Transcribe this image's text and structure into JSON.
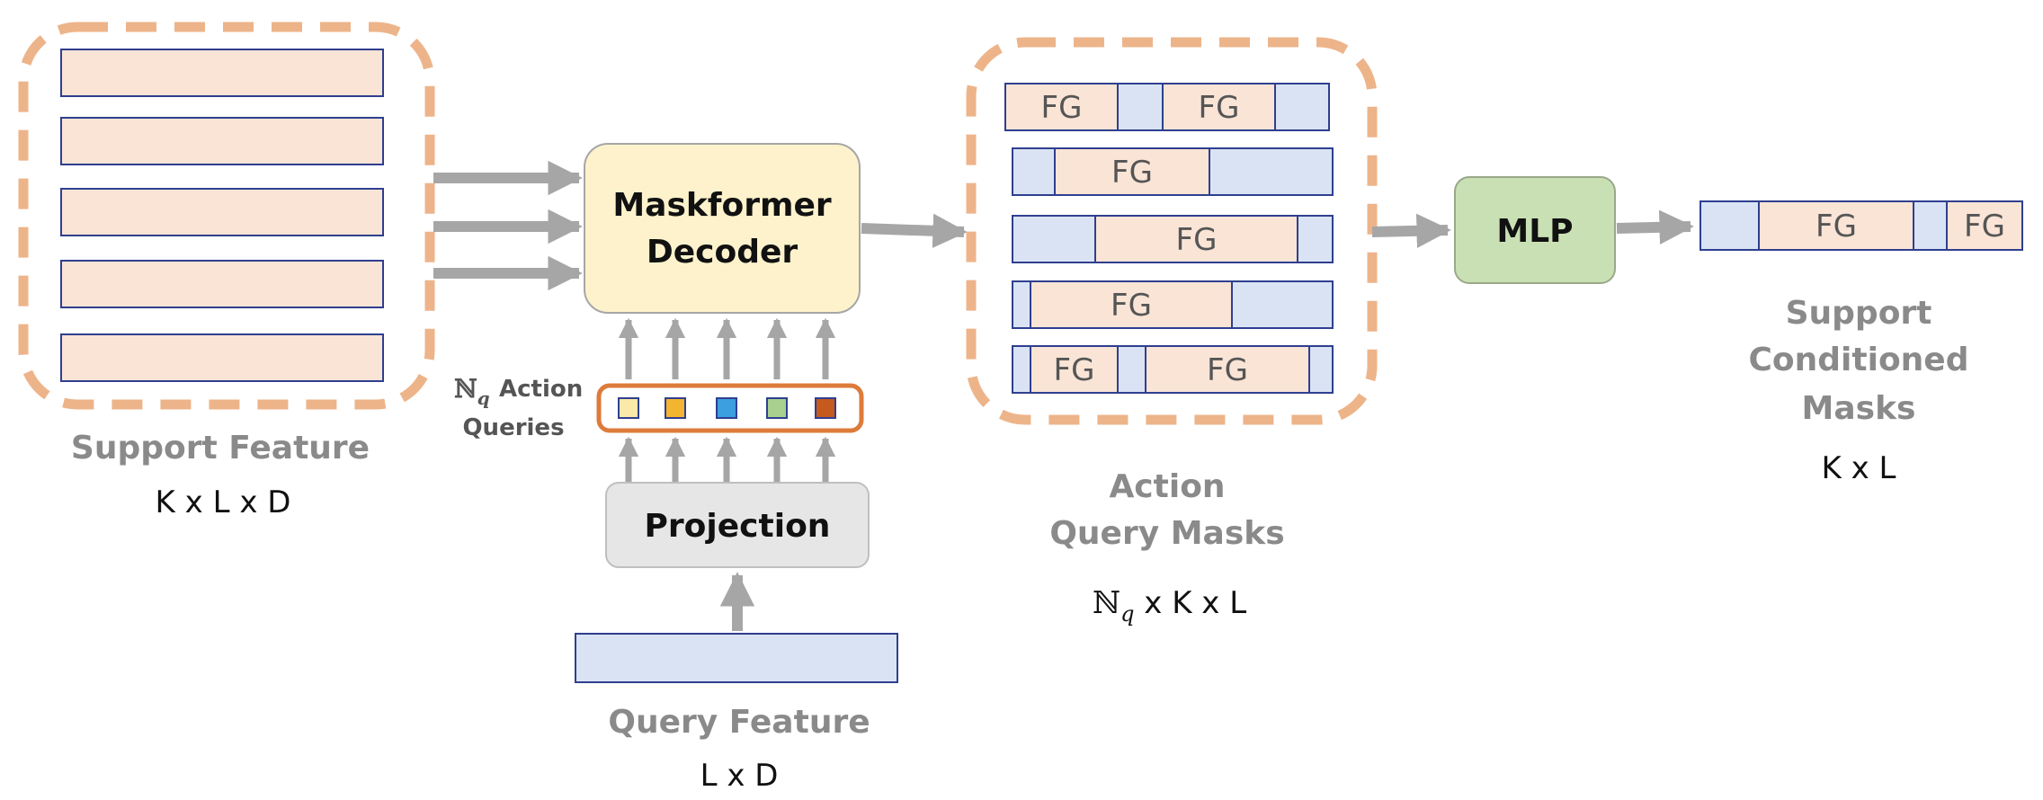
{
  "support": {
    "label": "Support Feature",
    "dims": "K x L x D"
  },
  "decoder": {
    "line1": "Maskformer",
    "line2": "Decoder"
  },
  "queries": {
    "symbol": "ℕ",
    "subscript": "q",
    "word1": "Action",
    "word2": "Queries"
  },
  "projection": {
    "label": "Projection"
  },
  "query_feature": {
    "label": "Query Feature",
    "dims": "L x D"
  },
  "action_masks": {
    "line1": "Action",
    "line2": "Query Masks",
    "dims_symbol": "ℕ",
    "dims_subscript": "q",
    "dims_rest": " x K x L"
  },
  "mlp": {
    "label": "MLP"
  },
  "output": {
    "line1": "Support",
    "line2": "Conditioned",
    "line3": "Masks",
    "dims": "K x L"
  },
  "fg_label": "FG",
  "query_token_colors": [
    "#fbe9a9",
    "#f3b42f",
    "#3b9fe0",
    "#a9d08e",
    "#c65a1e"
  ],
  "colors": {
    "dashed_border": "#edb48a",
    "peach_fill": "#f9e4d6",
    "blue_fill": "#dae3f3",
    "navy_stroke": "#2f3f8f",
    "arrow_gray": "#a6a6a6",
    "decoder_fill": "#fdf2cc",
    "projection_fill": "#e6e6e6",
    "mlp_fill": "#c9e0b4",
    "query_box_stroke": "#dd7b3a"
  }
}
